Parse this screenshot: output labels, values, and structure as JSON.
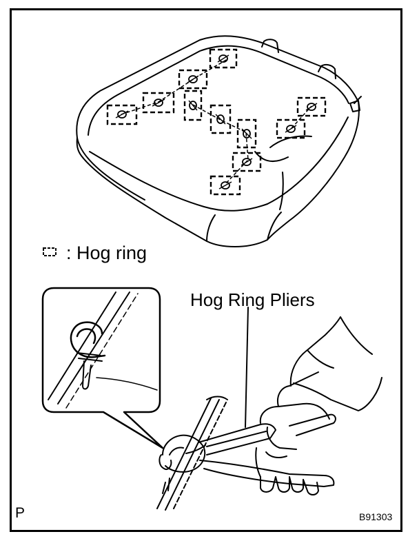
{
  "legend": {
    "symbol_name": "hog-ring-symbol",
    "text": ": Hog ring"
  },
  "tool_label": "Hog Ring Pliers",
  "corner_mark": "P",
  "figure_code": "B91303",
  "colors": {
    "line": "#000000",
    "background": "#ffffff"
  }
}
